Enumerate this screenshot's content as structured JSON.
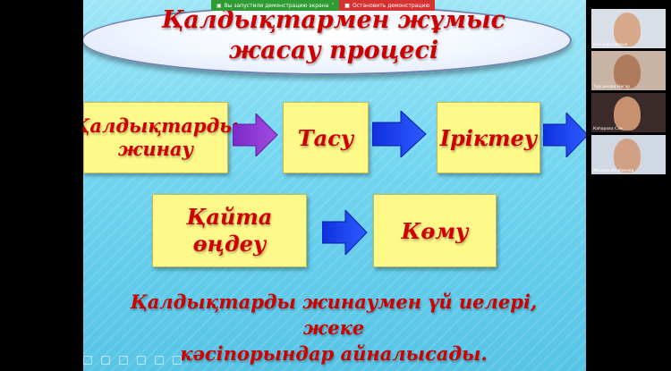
{
  "screen_share": {
    "status_text": "Вы запустили демонстрацию экрана",
    "stop_button_label": "Остановить демонстрацию"
  },
  "slide": {
    "title_line1": "Қалдықтармен жұмыс",
    "title_line2": "жасау процесі",
    "step1_line1": "Қалдықтарды",
    "step1_line2": "жинау",
    "step2": "Тасу",
    "step3": "Іріктеу",
    "step4_line1": "Қайта",
    "step4_line2": "өңдеу",
    "step5": "Көму",
    "bottom_line1": "Қалдықтарды жинаумен үй иелері, жеке",
    "bottom_line2": "кәсіпорындар айналысады."
  },
  "participants": [
    {
      "name": "Dila Sultanbaeva",
      "bg": "#d9dfe6",
      "skin": "#d7a88a"
    },
    {
      "name": "Тұрсынова Нигар",
      "bg": "#c8b3a4",
      "skin": "#b07a5c"
    },
    {
      "name": "Каһарова Сая",
      "bg": "#3a2a2a",
      "skin": "#c7906f"
    },
    {
      "name": "Жанера Исабекова",
      "bg": "#cfd8e3",
      "skin": "#d2a084"
    }
  ]
}
